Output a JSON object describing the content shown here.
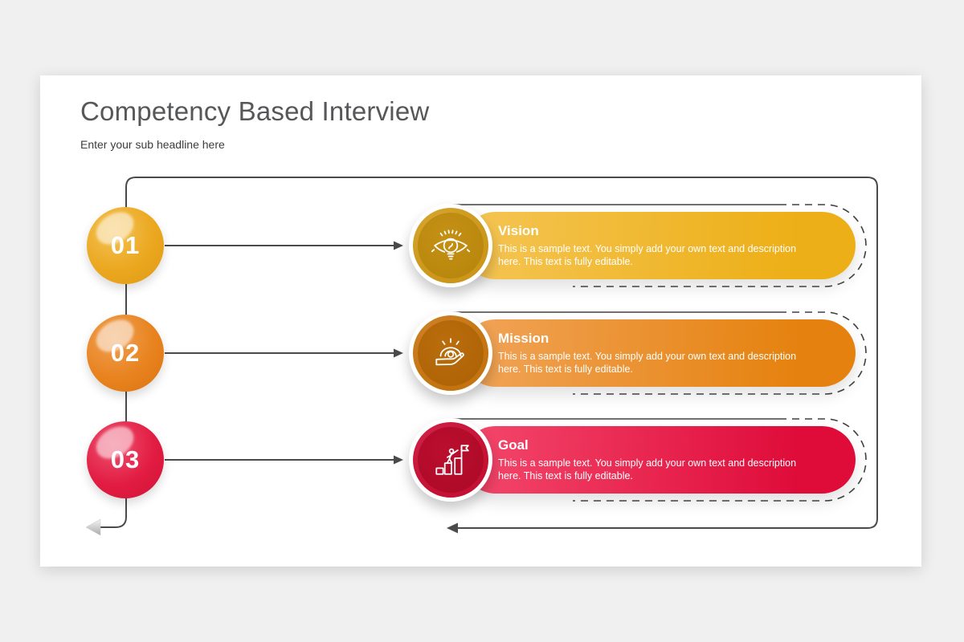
{
  "slide": {
    "title": "Competency Based Interview",
    "subtitle": "Enter your sub headline here"
  },
  "steps": [
    {
      "number": "01",
      "title": "Vision",
      "description": "This is a sample text. You simply add your own text and description here. This text is fully editable.",
      "accent_color": "#EBA71F",
      "icon": "eye-lightbulb-icon"
    },
    {
      "number": "02",
      "title": "Mission",
      "description": "This is a sample text. You simply add your own text and description here. This text is fully editable.",
      "accent_color": "#E8831E",
      "icon": "hand-sunrise-icon"
    },
    {
      "number": "03",
      "title": "Goal",
      "description": "This is a sample text. You simply add your own text and description here. This text is fully editable.",
      "accent_color": "#E21C42",
      "icon": "flag-steps-icon"
    }
  ],
  "line_color": "#4a4a4a"
}
